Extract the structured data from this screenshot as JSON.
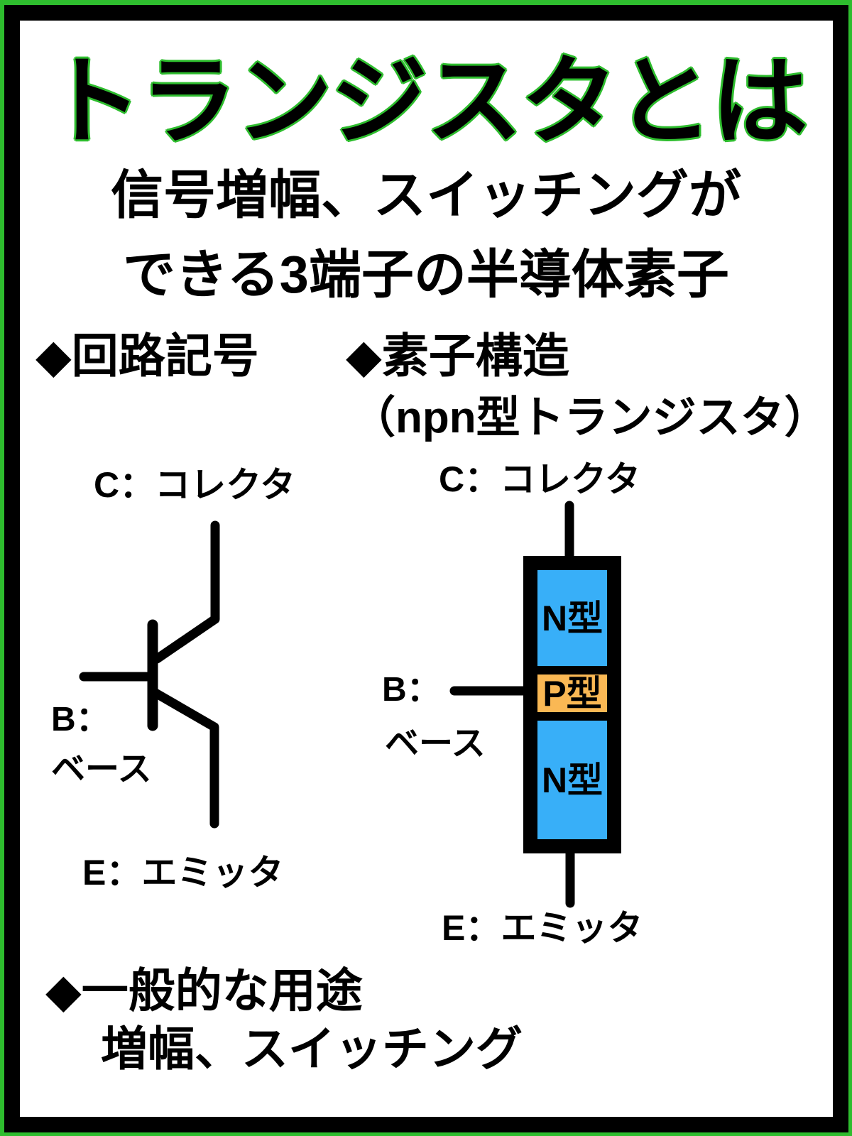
{
  "title": "トランジスタとは",
  "subtitle": {
    "line1": "信号増幅、スイッチングが",
    "line2": "できる3端子の半導体素子"
  },
  "circuit_symbol_section": {
    "heading": "◆回路記号",
    "collector_label": "C：コレクタ",
    "base_prefix": "B：",
    "base_name": "ベース",
    "emitter_label": "E：エミッタ"
  },
  "structure_section": {
    "heading": "◆素子構造",
    "subheading": "（npn型トランジスタ）",
    "collector_label": "C：コレクタ",
    "base_prefix": "B：",
    "base_name": "ベース",
    "emitter_label": "E：エミッタ",
    "regions": [
      {
        "label": "N型",
        "color": "#38AFF8"
      },
      {
        "label": "P型",
        "color": "#FAB854"
      },
      {
        "label": "N型",
        "color": "#38AFF8"
      }
    ]
  },
  "usage_section": {
    "heading": "◆一般的な用途",
    "body": "増幅、スイッチング"
  },
  "colors": {
    "frame_green": "#2EBD2E",
    "border_black": "#000000",
    "background_white": "#FFFFFF",
    "n_region_blue": "#38AFF8",
    "p_region_orange": "#FAB854",
    "title_outline_green": "#2EBD2E"
  }
}
